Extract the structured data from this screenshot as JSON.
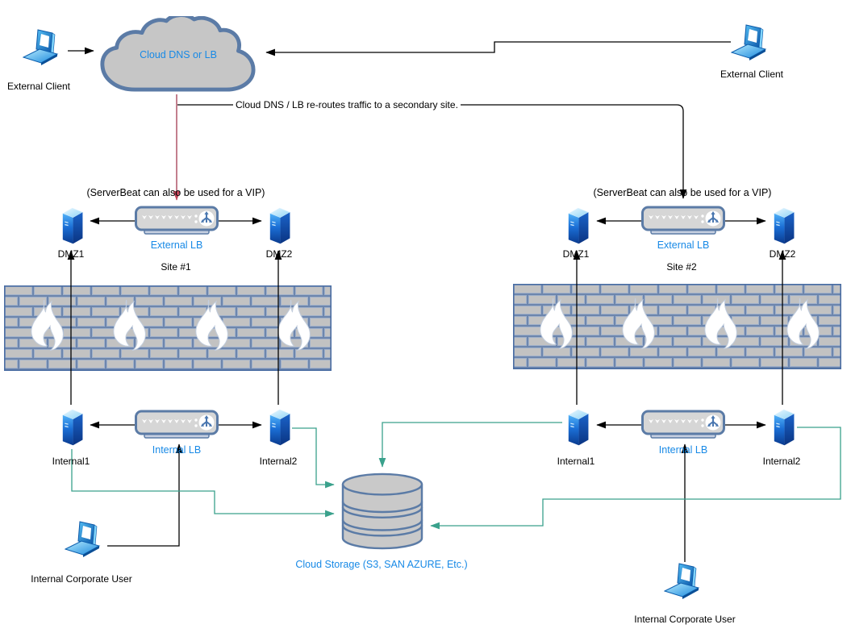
{
  "colors": {
    "connector_black": "#000000",
    "storage_replication_teal": "#3aa18c",
    "failover_red": "#b04756",
    "shape_stroke_blue": "#5b7ba6",
    "shape_fill_gray": "#c6c6c6",
    "label_blue": "#1789e6",
    "device_blue": "#1f8ceb"
  },
  "cloud": {
    "label": "Cloud DNS or LB"
  },
  "annotations": {
    "reroute": "Cloud DNS / LB re-routes traffic to a secondary site.",
    "vip_note_site1": "(ServerBeat can also be used for a VIP)",
    "vip_note_site2": "(ServerBeat can also be used for a VIP)"
  },
  "clients": {
    "external_left": "External Client",
    "external_right": "External Client",
    "corporate_site1": "Internal Corporate User",
    "corporate_site2": "Internal Corporate User"
  },
  "site1": {
    "title": "Site #1",
    "external_lb": "External LB",
    "dmz1": "DMZ1",
    "dmz2": "DMZ2",
    "internal_lb": "Internal LB",
    "internal1": "Internal1",
    "internal2": "Internal2"
  },
  "site2": {
    "title": "Site #2",
    "external_lb": "External LB",
    "dmz1": "DMZ1",
    "dmz2": "DMZ2",
    "internal_lb": "Internal LB",
    "internal1": "Internal1",
    "internal2": "Internal2"
  },
  "storage": {
    "label": "Cloud Storage (S3, SAN AZURE, Etc.)"
  },
  "icons": {
    "external_client": "laptop-icon",
    "corporate_user": "laptop-icon",
    "dns_lb": "cloud-icon",
    "load_balancer": "load-balancer-appliance-icon",
    "server": "server-tower-icon",
    "firewall": "firewall-brick-wall-icon",
    "storage": "database-cylinder-icon"
  }
}
